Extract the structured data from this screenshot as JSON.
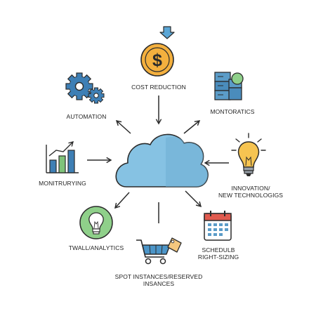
{
  "colors": {
    "cloud": "#86C2E3",
    "cloud_shadow": "#6FAFD4",
    "outline": "#2b2b2b",
    "coin": "#F4B03E",
    "gear": "#3E7FB5",
    "server": "#5B9CC8",
    "green": "#8FD08A",
    "bulb": "#F6C451",
    "chart_blue": "#3E7FB5",
    "chart_green": "#7FC37A",
    "calendar_red": "#E05A4E",
    "cart": "#4C95C8",
    "tag": "#F5C77E"
  },
  "icons": {
    "center": "cloud-icon",
    "cost": "dollar-coin-icon",
    "cost_arrow": "down-arrow-icon",
    "automation": "gears-icon",
    "monitoring_top": "server-stack-icon",
    "monitoring_left": "bar-chart-icon",
    "innovation": "light-bulb-icon",
    "analytics": "bulb-badge-icon",
    "schedule": "calendar-icon",
    "spot": "shopping-cart-tag-icon"
  },
  "labels": {
    "cost_reduction": "COST REDUCTION",
    "automation": "AUTOMATION",
    "montoratics": "MONTORATICS",
    "monitrurying": "MONITRURYING",
    "innovation_line1": "INNOVATION/",
    "innovation_line2": "NEW TECHNOLOGIGS",
    "twall_analytics": "TWALL/ANALYTICS",
    "schedule_line1": "SCHEDULB",
    "schedule_line2": "RIGHT-SIZING",
    "spot_line1": "SPOT INSTANCES/RESERVED",
    "spot_line2": "INSANCES"
  }
}
